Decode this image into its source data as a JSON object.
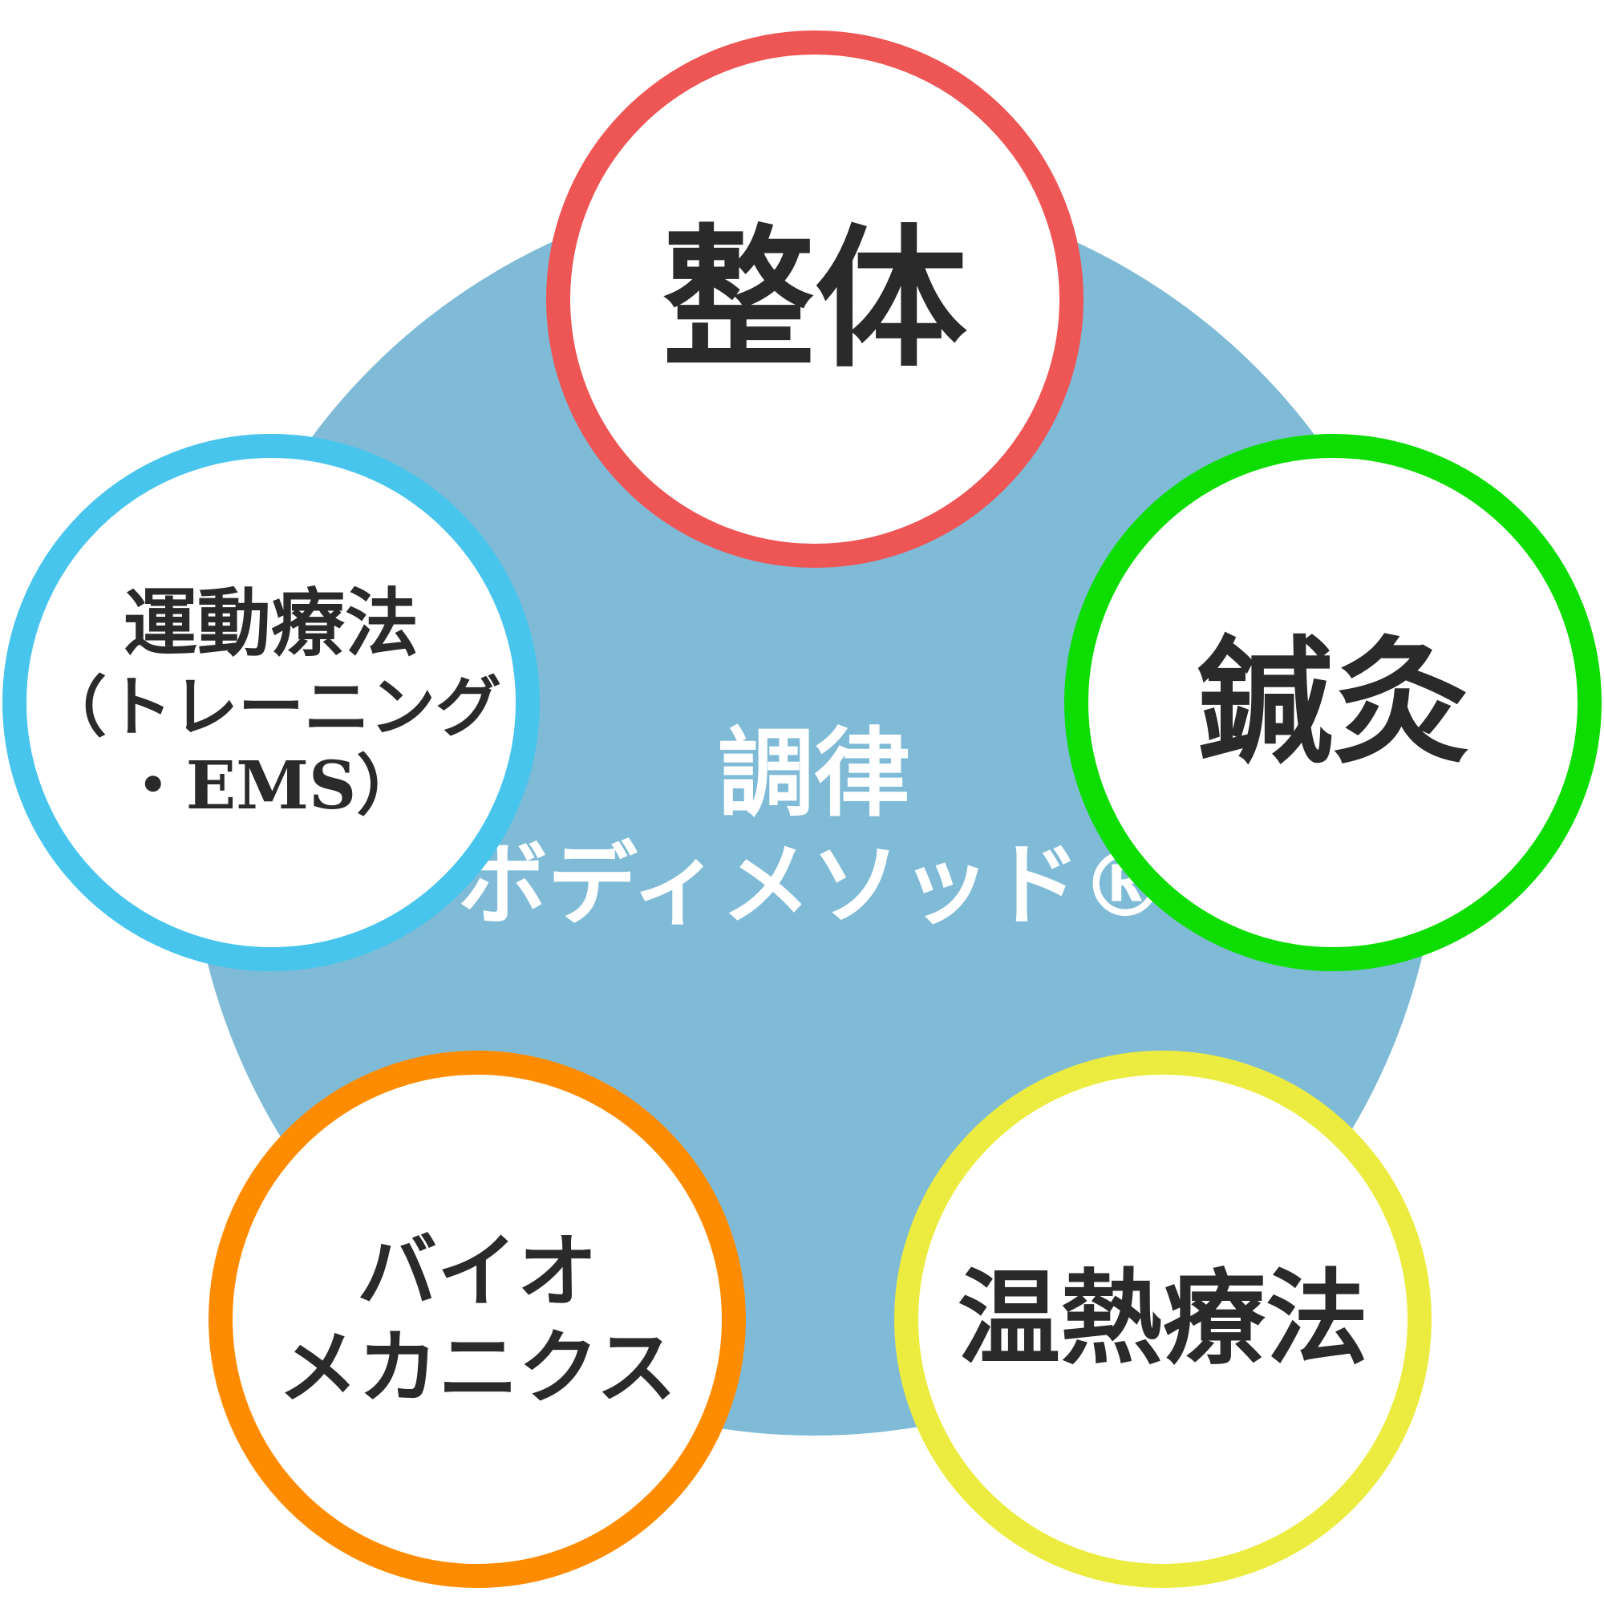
{
  "center": {
    "line1": "調律",
    "line2": "ボディメソッド®"
  },
  "colors": {
    "center": "#7fbbd6",
    "seitai": "#ee5555",
    "shinkyu": "#0ddd00",
    "undo": "#47c5ec",
    "bio": "#ff8c00",
    "onnetsu": "#ecec40"
  },
  "items": [
    {
      "lines": [
        "整体"
      ]
    },
    {
      "lines": [
        "鍼灸"
      ]
    },
    {
      "lines": [
        "温熱療法"
      ]
    },
    {
      "lines": [
        "バイオ",
        "メカニクス"
      ]
    },
    {
      "lines": [
        "運動療法",
        "（トレーニング",
        "・EMS）"
      ]
    }
  ]
}
